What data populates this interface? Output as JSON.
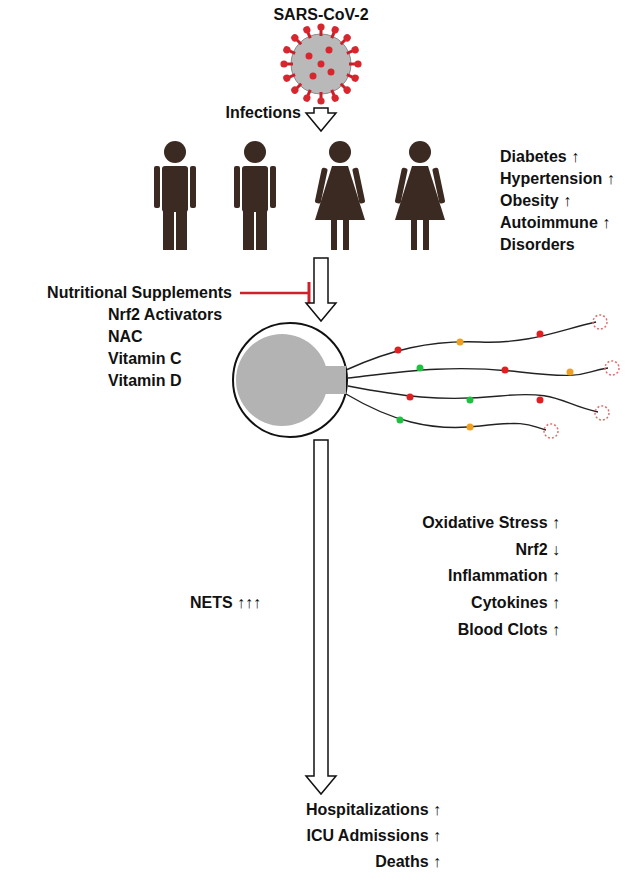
{
  "diagram": {
    "nodes": [
      {
        "text": [
          "SARS-CoV-2"
        ]
      },
      {
        "text": [
          "Diabetes ↑",
          "Hypertension ↑",
          "Obesity ↑",
          "Autoimmune ↑ Disorders"
        ]
      },
      {
        "text": [
          "NETS ↑↑↑"
        ]
      },
      {
        "text": [
          "Hospitalizations ↑",
          "ICU Admissions ↑",
          "Deaths ↑"
        ]
      }
    ],
    "edges": [
      {
        "from": 0,
        "to": 1,
        "label": "Infections",
        "arrow": "to"
      },
      {
        "from": 1,
        "to": 2,
        "arrow": "to"
      },
      {
        "from": 2,
        "to": 3,
        "arrow": "to"
      }
    ],
    "labels": [
      "Nutritional Supplements",
      "Nrf2 Activators",
      "NAC",
      "Vitamin C",
      "Vitamin D",
      "Oxidative Stress ↑",
      "Nrf2 ↓",
      "Inflammation ↑",
      "Cytokines ↑",
      "Blood Clots ↑"
    ]
  }
}
